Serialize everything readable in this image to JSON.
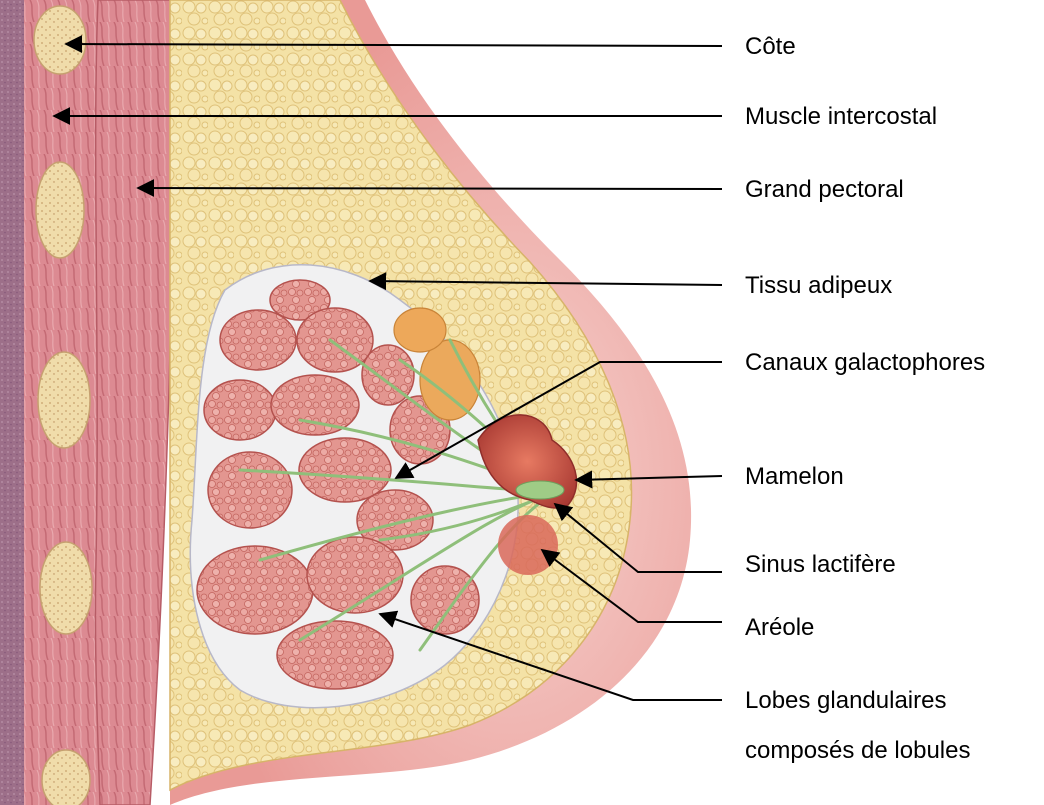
{
  "diagram": {
    "subject": "breast-anatomy-cross-section",
    "labels": [
      {
        "id": "cote",
        "text": "Côte"
      },
      {
        "id": "muscle-intercostal",
        "text": "Muscle intercostal"
      },
      {
        "id": "grand-pectoral",
        "text": "Grand pectoral"
      },
      {
        "id": "tissu-adipeux",
        "text": "Tissu adipeux"
      },
      {
        "id": "canaux-galactophores",
        "text": "Canaux galactophores"
      },
      {
        "id": "mamelon",
        "text": "Mamelon"
      },
      {
        "id": "sinus-lactifere",
        "text": "Sinus lactifère"
      },
      {
        "id": "areole",
        "text": "Aréole"
      },
      {
        "id": "lobes-line1",
        "text": "Lobes glandulaires"
      },
      {
        "id": "lobes-line2",
        "text": "composés de lobules"
      }
    ]
  },
  "colors": {
    "chest_wall": "#9b6a86",
    "muscle": "#d9868f",
    "rib": "#f0dca8",
    "fat": "#f2d98a",
    "skin": "#f3c3c0",
    "lobe": "#d96f6a",
    "duct": "#8fbf7a",
    "nipple": "#c8473c"
  }
}
